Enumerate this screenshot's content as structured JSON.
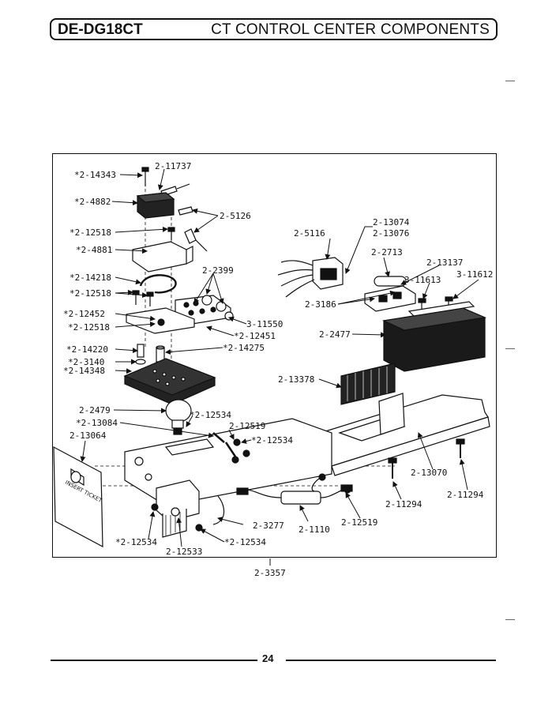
{
  "header": {
    "model": "DE-DG18CT",
    "title": "CT CONTROL CENTER COMPONENTS"
  },
  "parts": [
    {
      "id": "p01",
      "text": "*2-14343"
    },
    {
      "id": "p02",
      "text": "2-11737"
    },
    {
      "id": "p03",
      "text": "*2-4882"
    },
    {
      "id": "p04",
      "text": "2-5126"
    },
    {
      "id": "p05",
      "text": "*2-12518"
    },
    {
      "id": "p06",
      "text": "*2-4881"
    },
    {
      "id": "p07",
      "text": "*2-14218"
    },
    {
      "id": "p08",
      "text": "*2-12518"
    },
    {
      "id": "p09",
      "text": "2-2399"
    },
    {
      "id": "p10",
      "text": "*2-12452"
    },
    {
      "id": "p11",
      "text": "*2-12518"
    },
    {
      "id": "p12",
      "text": "3-11550"
    },
    {
      "id": "p13",
      "text": "*2-12451"
    },
    {
      "id": "p14",
      "text": "*2-14220"
    },
    {
      "id": "p15",
      "text": "*2-14275"
    },
    {
      "id": "p16",
      "text": "*2-3140"
    },
    {
      "id": "p17",
      "text": "*2-14348"
    },
    {
      "id": "p18",
      "text": "2-5116"
    },
    {
      "id": "p19",
      "text": "2-13074"
    },
    {
      "id": "p20",
      "text": "2-13076"
    },
    {
      "id": "p21",
      "text": "2-2713"
    },
    {
      "id": "p22",
      "text": "2-13137"
    },
    {
      "id": "p23",
      "text": "3-11613"
    },
    {
      "id": "p24",
      "text": "3-11612"
    },
    {
      "id": "p25",
      "text": "2-3186"
    },
    {
      "id": "p26",
      "text": "2-2477"
    },
    {
      "id": "p27",
      "text": "2-13378"
    },
    {
      "id": "p28",
      "text": "2-2479"
    },
    {
      "id": "p29",
      "text": "*2-12534"
    },
    {
      "id": "p30",
      "text": "*2-13084"
    },
    {
      "id": "p31",
      "text": "2-12519"
    },
    {
      "id": "p32",
      "text": "2-13064"
    },
    {
      "id": "p33",
      "text": "*2-12534"
    },
    {
      "id": "p34",
      "text": "2-13070"
    },
    {
      "id": "p35",
      "text": "2-11294"
    },
    {
      "id": "p36",
      "text": "2-11294"
    },
    {
      "id": "p37",
      "text": "2-12519"
    },
    {
      "id": "p38",
      "text": "2-3277"
    },
    {
      "id": "p39",
      "text": "2-1110"
    },
    {
      "id": "p40",
      "text": "*2-12534"
    },
    {
      "id": "p41",
      "text": "*2-12534"
    },
    {
      "id": "p42",
      "text": "2-12533"
    },
    {
      "id": "p43",
      "text": "2-3357"
    }
  ],
  "ticket_text": "INSERT TICKET",
  "footer": {
    "page_number": "24"
  }
}
